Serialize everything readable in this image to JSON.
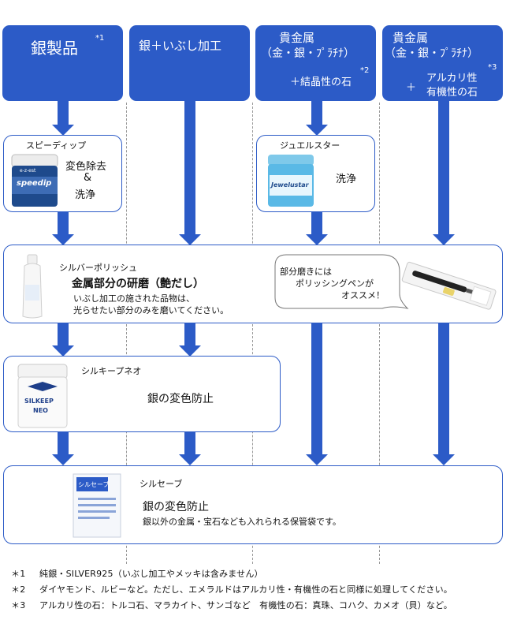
{
  "columns": [
    {
      "title": "銀製品",
      "mark": "*1",
      "sub": []
    },
    {
      "title": "銀＋いぶし加工",
      "mark": "",
      "sub": []
    },
    {
      "title": "貴金属",
      "line2": "（金・銀・ﾌﾟﾗﾁﾅ）",
      "plus": "＋結晶性の石",
      "mark": "*2"
    },
    {
      "title": "貴金属",
      "line2": "（金・銀・ﾌﾟﾗﾁﾅ）",
      "plus_sign": "＋",
      "plus_a": "アルカリ性",
      "plus_b": "有機性の石",
      "mark": "*3"
    }
  ],
  "products": {
    "speedip": {
      "name": "スピーディップ",
      "desc1": "変色除去",
      "amp": "&",
      "desc2": "洗浄",
      "label_top": "e-z-est",
      "label_main": "speedip"
    },
    "jewel": {
      "name": "ジュエルスター",
      "desc": "洗浄",
      "label_main": "Jewelustar"
    },
    "polish": {
      "name": "シルバーポリッシュ",
      "title": "金属部分の研磨（艶だし）",
      "line1": "いぶし加工の施された品物は、",
      "line2": "光らせたい部分のみを磨いてください。",
      "bubble1": "部分磨きには",
      "bubble2": "ポリッシングペンが",
      "bubble3": "オススメ！"
    },
    "silky": {
      "name": "シルキープネオ",
      "desc": "銀の変色防止",
      "label1": "SILKEEP",
      "label2": "NEO"
    },
    "silsave": {
      "name": "シルセーブ",
      "title": "銀の変色防止",
      "desc": "銀以外の金属・宝石なども入れられる保管袋です。",
      "label": "シルセーブ"
    }
  },
  "footnotes": [
    {
      "mark": "＊1",
      "text": "純銀・SILVER925（いぶし加工やメッキは含みません）"
    },
    {
      "mark": "＊2",
      "text": "ダイヤモンド、ルビーなど。ただし、エメラルドはアルカリ性・有機性の石と同様に処理してください。"
    },
    {
      "mark": "＊3",
      "text": "アルカリ性の石：トルコ石、マラカイト、サンゴなど　有機性の石：真珠、コハク、カメオ（貝）など。"
    }
  ],
  "colors": {
    "accent": "#2c5bc7",
    "arrow": "#2c5bc7"
  }
}
